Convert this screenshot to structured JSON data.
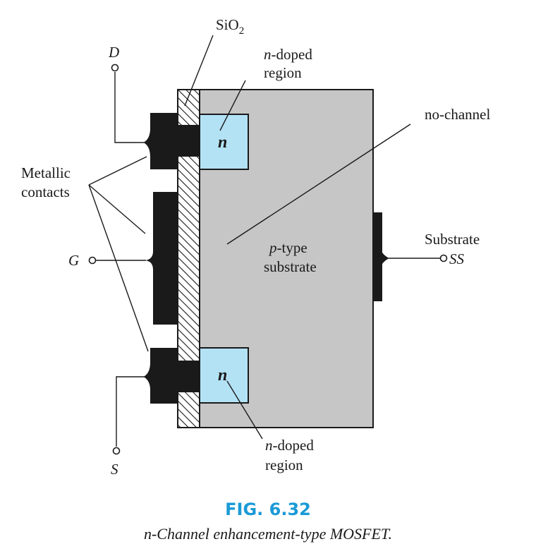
{
  "diagram": {
    "labels": {
      "oxide": "SiO",
      "oxide_sub": "2",
      "drain": "D",
      "gate": "G",
      "source": "S",
      "substrate_terminal": "SS",
      "substrate_label": "Substrate",
      "metallic_line1": "Metallic",
      "metallic_line2": "contacts",
      "n_doped_top_italic": "n",
      "n_doped_top_rest": "-doped",
      "n_doped_top_line2": "region",
      "n_doped_bottom_italic": "n",
      "n_doped_bottom_rest": "-doped",
      "n_doped_bottom_line2": "region",
      "no_channel": "no-channel",
      "p_type_italic": "p",
      "p_type_rest": "-type",
      "p_type_line2": "substrate",
      "n_region_top": "n",
      "n_region_bottom": "n"
    },
    "colors": {
      "substrate_fill": "#c6c6c6",
      "n_region_fill": "#b3e2f5",
      "metal_fill": "#1a1a1a",
      "outline": "#1a1a1a",
      "figure_number": "#1a9ad6"
    }
  },
  "caption": {
    "figure_number": "FIG. 6.32",
    "text": "n-Channel enhancement-type MOSFET."
  }
}
